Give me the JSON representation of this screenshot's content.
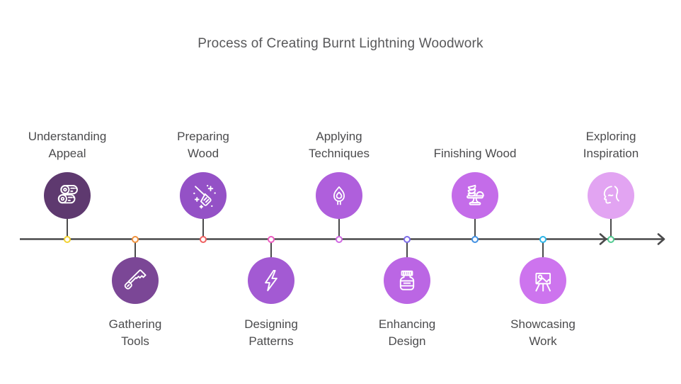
{
  "title": "Process of Creating Burnt Lightning Woodwork",
  "timeline": {
    "line_color": "#4a4a4b",
    "nodes": [
      {
        "id": "understanding-appeal",
        "label": "Understanding\nAppeal",
        "position": "above",
        "circle_color": "#5e396f",
        "dot_color": "#f2d231",
        "icon": "wood-logs-icon"
      },
      {
        "id": "gathering-tools",
        "label": "Gathering\nTools",
        "position": "below",
        "circle_color": "#7b4796",
        "dot_color": "#f0913c",
        "icon": "hand-saw-icon"
      },
      {
        "id": "preparing-wood",
        "label": "Preparing\nWood",
        "position": "above",
        "circle_color": "#9451c6",
        "dot_color": "#ef6060",
        "icon": "broom-icon"
      },
      {
        "id": "designing-patterns",
        "label": "Designing\nPatterns",
        "position": "below",
        "circle_color": "#a35ad3",
        "dot_color": "#ec5cc0",
        "icon": "lightning-bolt-icon"
      },
      {
        "id": "applying-techniques",
        "label": "Applying\nTechniques",
        "position": "above",
        "circle_color": "#af5fdc",
        "dot_color": "#cf66e2",
        "icon": "match-flame-icon"
      },
      {
        "id": "enhancing-design",
        "label": "Enhancing\nDesign",
        "position": "below",
        "circle_color": "#bb66e4",
        "dot_color": "#7d6cea",
        "icon": "jar-icon"
      },
      {
        "id": "finishing-wood",
        "label": "Finishing Wood",
        "position": "above",
        "circle_color": "#c46ce9",
        "dot_color": "#4190e2",
        "icon": "cake-stand-icon"
      },
      {
        "id": "showcasing-work",
        "label": "Showcasing\nWork",
        "position": "below",
        "circle_color": "#cd74ee",
        "dot_color": "#2db5e8",
        "icon": "easel-icon"
      },
      {
        "id": "exploring-inspiration",
        "label": "Exploring\nInspiration",
        "position": "above",
        "circle_color": "#e2a4f2",
        "dot_color": "#52cb91",
        "icon": "head-profile-icon"
      }
    ]
  }
}
